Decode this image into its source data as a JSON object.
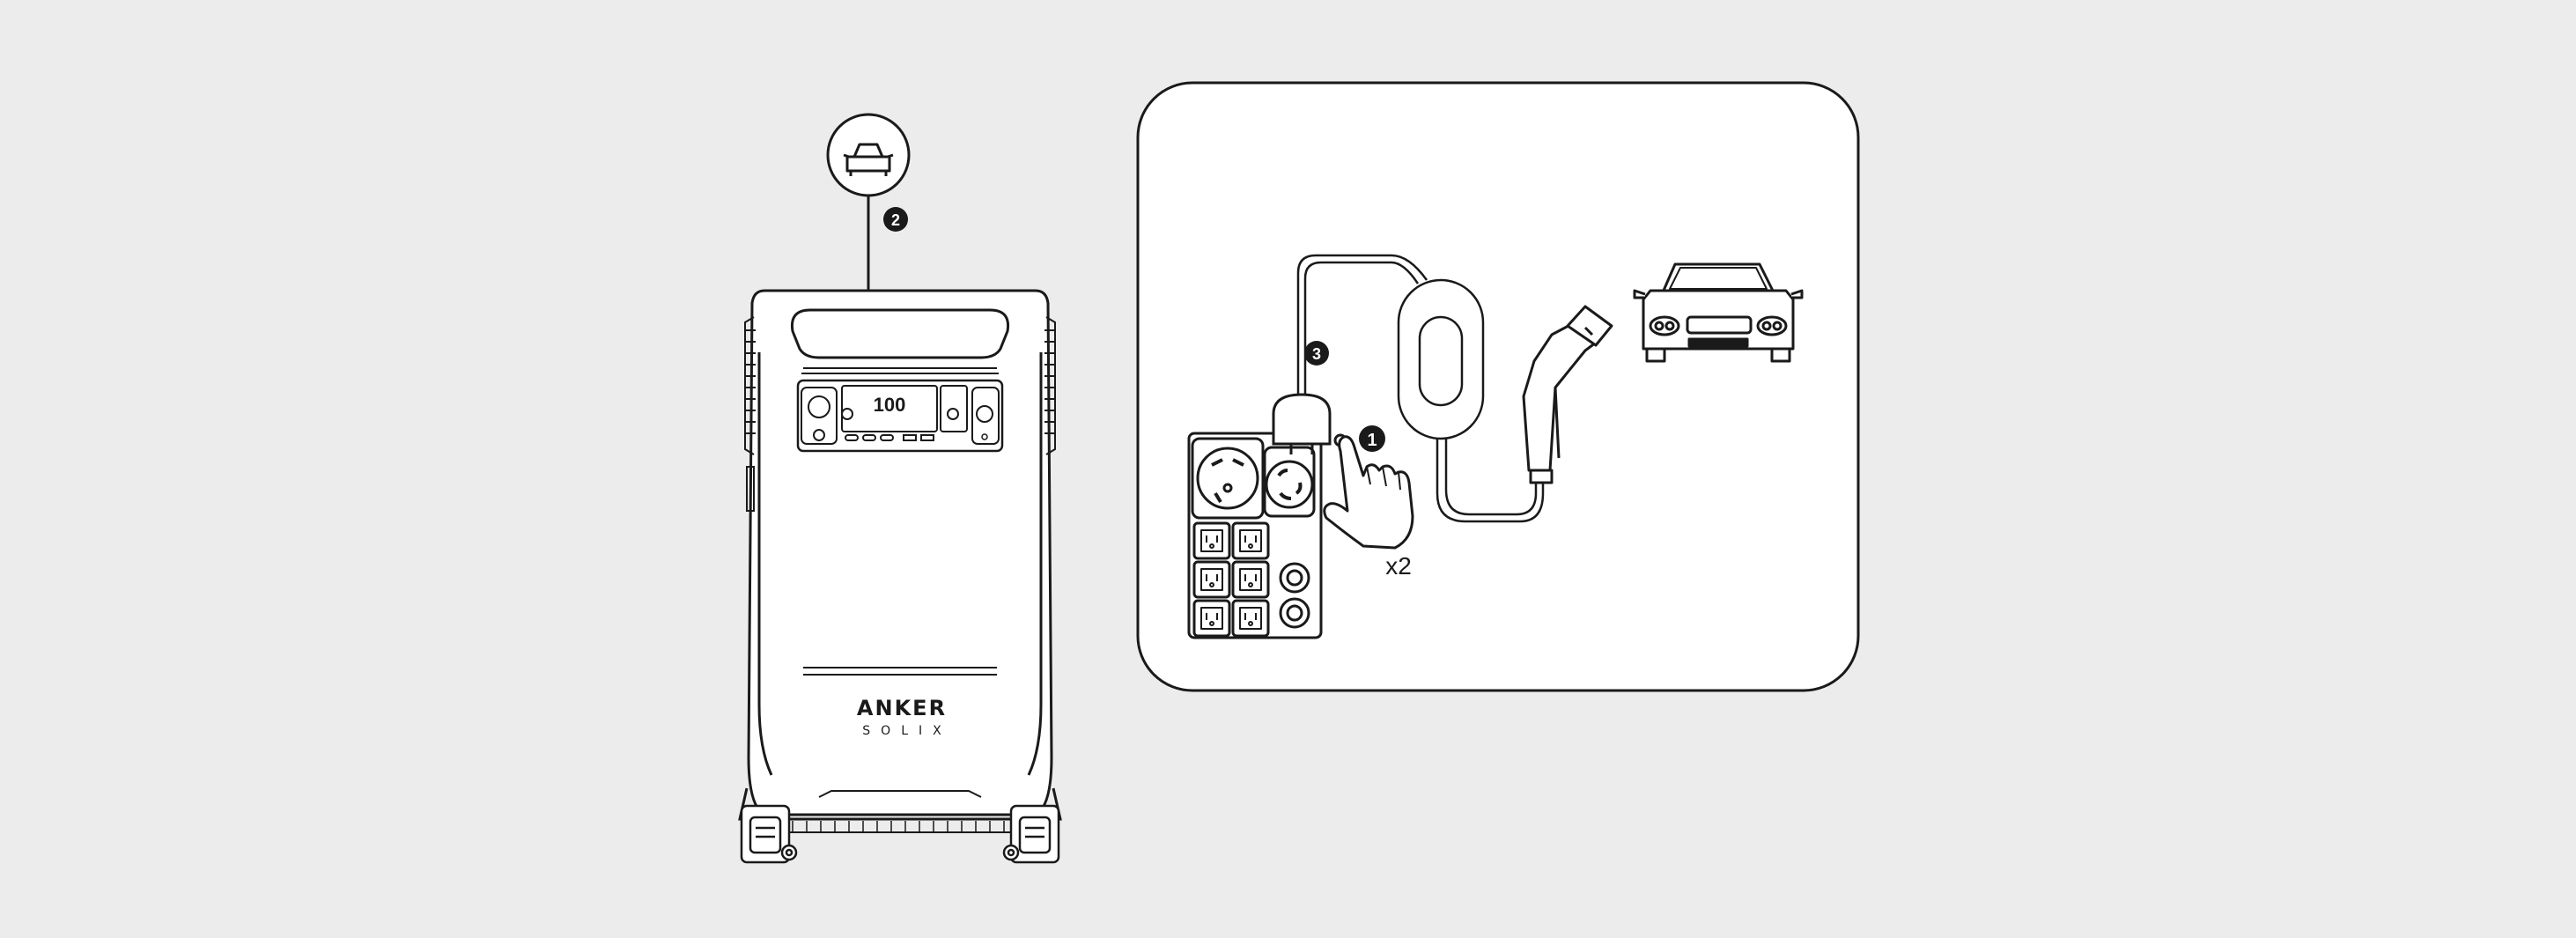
{
  "diagram": {
    "callouts": [
      {
        "id": "step-1",
        "label": "1"
      },
      {
        "id": "step-2",
        "label": "2"
      },
      {
        "id": "step-3",
        "label": "3"
      }
    ],
    "press_count": "x2",
    "brand": {
      "name": "ANKER",
      "sub": "SOLIX"
    },
    "display_readout": "100",
    "icons": [
      "car-mode-icon",
      "car-icon",
      "ev-charger-plug-icon",
      "hand-pointer-icon",
      "outlet-panel-icon",
      "power-station-icon"
    ],
    "colors": {
      "background": "#ececec",
      "line": "#1a1a1a",
      "panel": "#ffffff"
    }
  }
}
